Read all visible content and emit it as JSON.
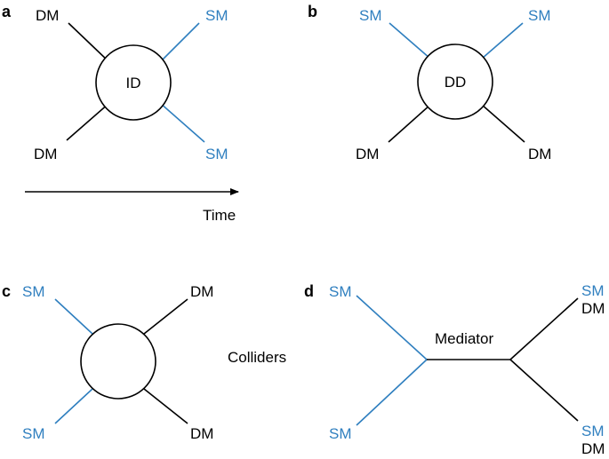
{
  "colors": {
    "standard_model": "#2f7fbf",
    "dark_matter": "#000000"
  },
  "panel_a": {
    "letter": "a",
    "center": "ID",
    "top_left": "DM",
    "top_right": "SM",
    "bottom_left": "DM",
    "bottom_right": "SM",
    "arrow_label": "Time"
  },
  "panel_b": {
    "letter": "b",
    "center": "DD",
    "top_left": "SM",
    "top_right": "SM",
    "bottom_left": "DM",
    "bottom_right": "DM"
  },
  "panel_c": {
    "letter": "c",
    "top_left": "SM",
    "top_right": "DM",
    "bottom_left": "SM",
    "bottom_right": "DM",
    "side_label": "Colliders"
  },
  "panel_d": {
    "letter": "d",
    "top_left": "SM",
    "bottom_left": "SM",
    "top_right_1": "SM",
    "top_right_2": "DM",
    "bottom_right_1": "SM",
    "bottom_right_2": "DM",
    "mediator": "Mediator"
  }
}
